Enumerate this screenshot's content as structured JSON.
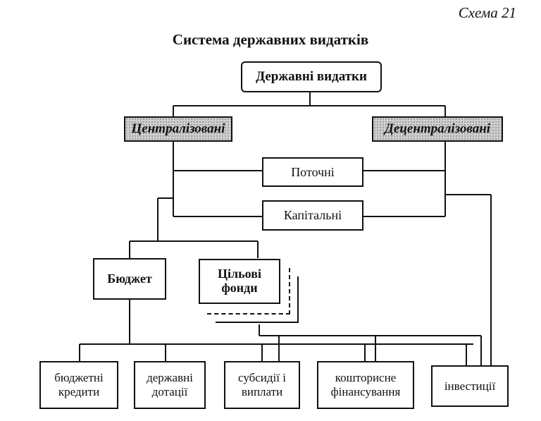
{
  "schema_label": "Схема 21",
  "title": "Система державних видатків",
  "nodes": {
    "root": "Державні видатки",
    "centralized": "Централізовані",
    "decentralized": "Децентралізовані",
    "current": "Поточні",
    "capital": "Капітальні",
    "budget": "Бюджет",
    "target_funds": "Цільові фонди",
    "budget_credits": "бюджетні кредити",
    "state_grants": "державні дотації",
    "subsidies": "субсидії і виплати",
    "estimate_financing": "кошторисне фінансування",
    "investments": "інвестиції"
  }
}
